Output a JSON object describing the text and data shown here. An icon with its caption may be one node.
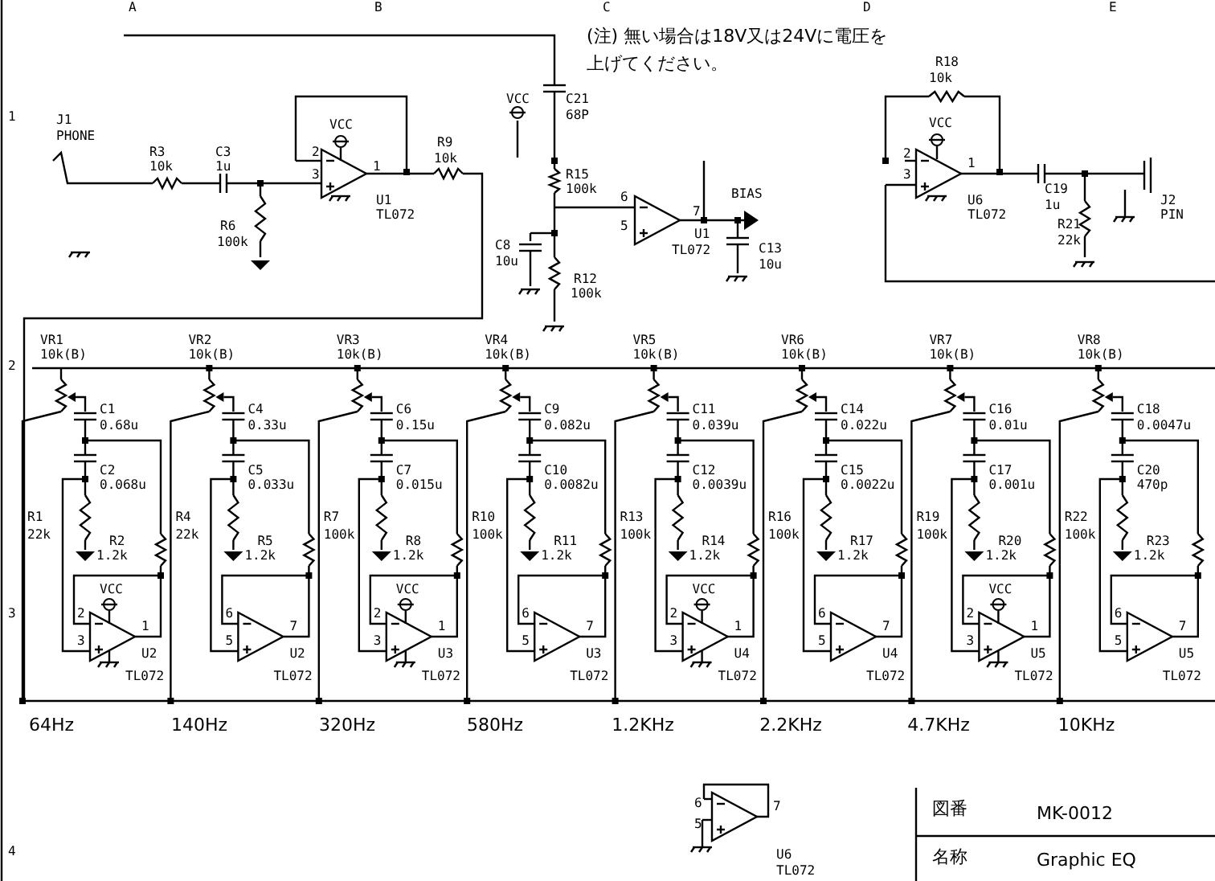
{
  "diagram": {
    "labels": [
      "A",
      "B",
      "C",
      "D",
      "E",
      "1",
      "2",
      "3",
      "4",
      "(注) 無い場合は18V又は24Vに電圧を上げてください。",
      "J1",
      "PHONE",
      "R3",
      "10k",
      "C3",
      "1u",
      "VCC",
      "2",
      "3",
      "1",
      "R9",
      "10k",
      "R6",
      "100k",
      "U1",
      "TL072",
      "C21",
      "68P",
      "VCC",
      "R15",
      "100k",
      "C8",
      "10u",
      "R12",
      "100k",
      "6",
      "5",
      "7",
      "BIAS",
      "U1",
      "TL072",
      "C13",
      "10u",
      "R18",
      "10k",
      "VCC",
      "2",
      "3",
      "1",
      "U6",
      "TL072",
      "C19",
      "1u",
      "R21",
      "22k",
      "J2",
      "PIN",
      "VR1",
      "10k(B)",
      "C1",
      "0.68u",
      "C2",
      "0.068u",
      "R1",
      "22k",
      "R2",
      "1.2k",
      "VCC",
      "2",
      "3",
      "1",
      "U2",
      "TL072",
      "VR2",
      "10k(B)",
      "C4",
      "0.33u",
      "C5",
      "0.033u",
      "R4",
      "22k",
      "R5",
      "1.2k",
      "6",
      "5",
      "7",
      "U2",
      "TL072",
      "VR3",
      "10k(B)",
      "C6",
      "0.15u",
      "C7",
      "0.015u",
      "R7",
      "100k",
      "R8",
      "1.2k",
      "VCC",
      "2",
      "3",
      "1",
      "U3",
      "TL072",
      "VR4",
      "10k(B)",
      "C9",
      "0.082u",
      "C10",
      "0.0082u",
      "R10",
      "100k",
      "R11",
      "1.2k",
      "6",
      "5",
      "7",
      "U3",
      "TL072",
      "VR5",
      "10k(B)",
      "C11",
      "0.039u",
      "C12",
      "0.0039u",
      "R13",
      "100k",
      "R14",
      "1.2k",
      "VCC",
      "2",
      "3",
      "1",
      "U4",
      "TL072",
      "VR6",
      "10k(B)",
      "C14",
      "0.022u",
      "C15",
      "0.0022u",
      "R16",
      "100k",
      "R17",
      "1.2k",
      "6",
      "5",
      "7",
      "U4",
      "TL072",
      "VR7",
      "10k(B)",
      "C16",
      "0.01u",
      "C17",
      "0.001u",
      "R19",
      "100k",
      "R20",
      "1.2k",
      "VCC",
      "2",
      "3",
      "1",
      "U5",
      "TL072",
      "VR8",
      "10k(B)",
      "C18",
      "0.0047u",
      "C20",
      "470p",
      "R22",
      "100k",
      "R23",
      "1.2k",
      "6",
      "5",
      "7",
      "U5",
      "TL072",
      "64Hz",
      "140Hz",
      "320Hz",
      "580Hz",
      "1.2KHz",
      "2.2KHz",
      "4.7KHz",
      "10KHz",
      "6",
      "5",
      "7",
      "U6",
      "TL072",
      "図番",
      "MK-0012",
      "名称",
      "Graphic EQ"
    ]
  }
}
